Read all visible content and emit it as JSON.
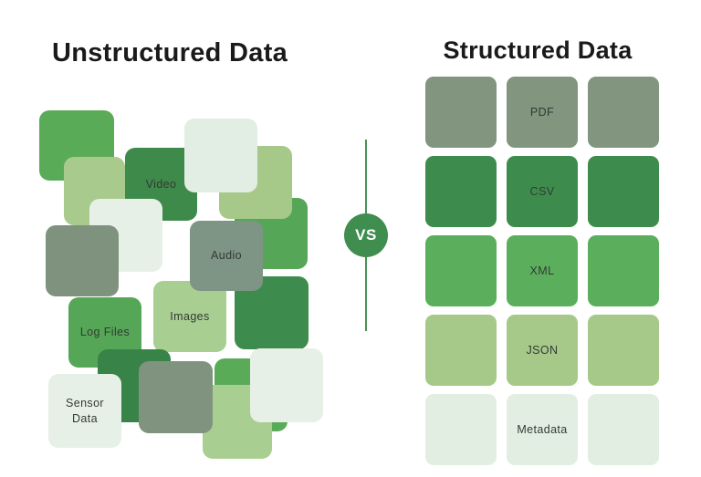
{
  "diagram": {
    "left": {
      "title": "Unstructured Data",
      "tiles": {
        "video": "Video",
        "audio": "Audio",
        "images": "Images",
        "log_files": "Log Files",
        "sensor_data": "Sensor Data"
      }
    },
    "versus": "VS",
    "right": {
      "title": "Structured Data",
      "rows": [
        "PDF",
        "CSV",
        "XML",
        "JSON",
        "Metadata"
      ]
    },
    "palette": {
      "dark_green": "#3E8C4D",
      "medium_green": "#5AAB58",
      "light_green": "#A8CC8E",
      "pale_green": "#E5EFE5",
      "sage_gray": "#7F937F",
      "vs_badge_green": "#3F8E4F",
      "divider_line_green": "#4A9155",
      "title_text": "#1A1A1A",
      "label_text": "#333A34",
      "background": "#FFFFFF"
    }
  }
}
